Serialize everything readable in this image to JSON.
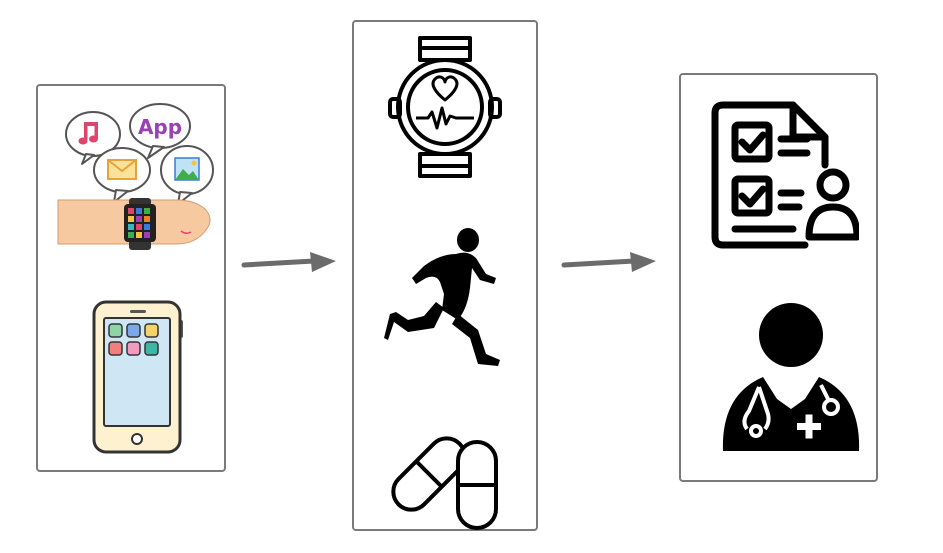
{
  "diagram": {
    "colors": {
      "panel_border": "#7a7a7a",
      "arrow": "#6b6b6b",
      "skin": "#f6c9a0",
      "watch_screen": "#222222",
      "phone_screen": "#cfe6f5",
      "silhouette": "#000000"
    },
    "panels": [
      {
        "id": "panel-left",
        "icons": [
          "notification-bubbles-icon",
          "music-note-icon",
          "app-text-icon",
          "mail-icon",
          "photo-icon",
          "smartwatch-on-wrist-icon",
          "smartphone-icon"
        ]
      },
      {
        "id": "panel-middle",
        "icons": [
          "heart-rate-watch-icon",
          "runner-icon",
          "capsules-icon"
        ]
      },
      {
        "id": "panel-right",
        "icons": [
          "health-report-icon",
          "doctor-icon"
        ]
      }
    ],
    "arrows": [
      "arrow-left-to-middle",
      "arrow-middle-to-right"
    ],
    "texts": {
      "app_label": "App"
    }
  }
}
